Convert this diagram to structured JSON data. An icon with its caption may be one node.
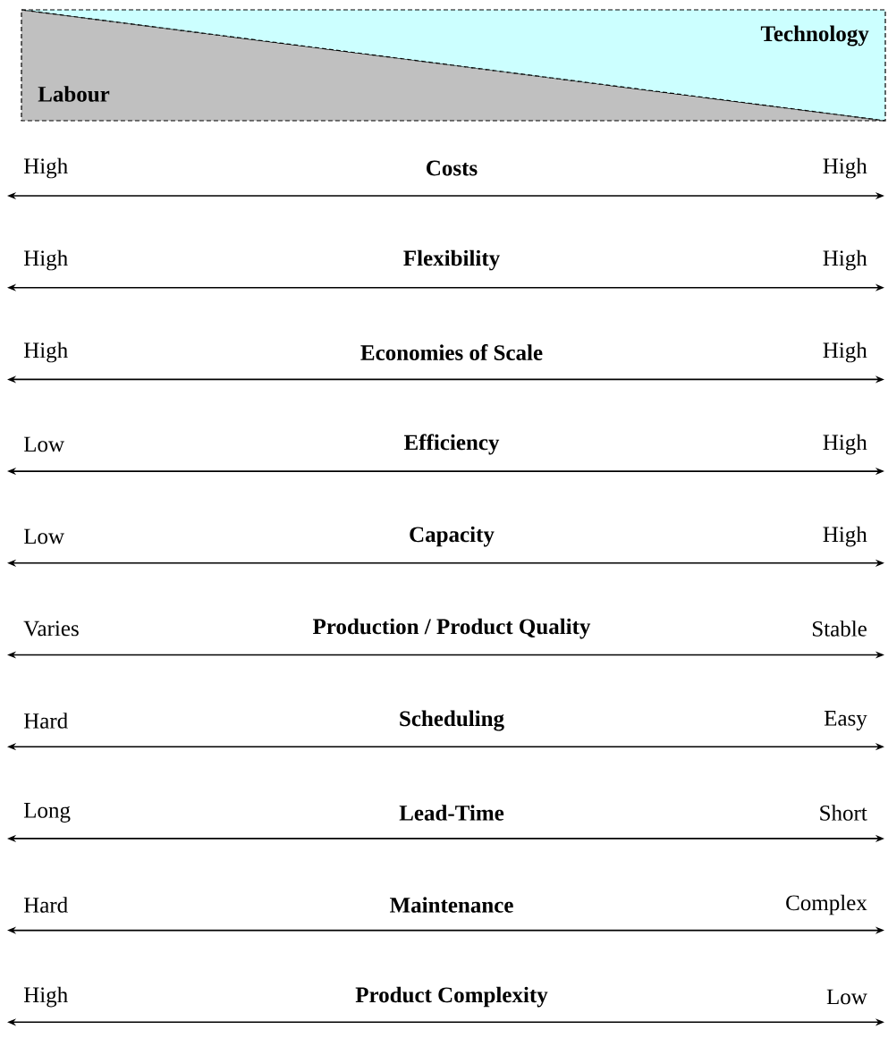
{
  "diagram": {
    "nodes": [
      {
        "text": [
          "Labour"
        ]
      },
      {
        "text": [
          "Technology"
        ]
      }
    ],
    "labels": [
      "High",
      "Costs",
      "High",
      "High",
      "Flexibility",
      "High",
      "High",
      "Economies of Scale",
      "High",
      "Low",
      "Efficiency",
      "High",
      "Low",
      "Capacity",
      "High",
      "Varies",
      "Production / Product Quality",
      "Stable",
      "Hard",
      "Scheduling",
      "Easy",
      "Long",
      "Lead-Time",
      "Short",
      "Hard",
      "Maintenance",
      "Complex",
      "High",
      "Product Complexity",
      "Low"
    ]
  }
}
